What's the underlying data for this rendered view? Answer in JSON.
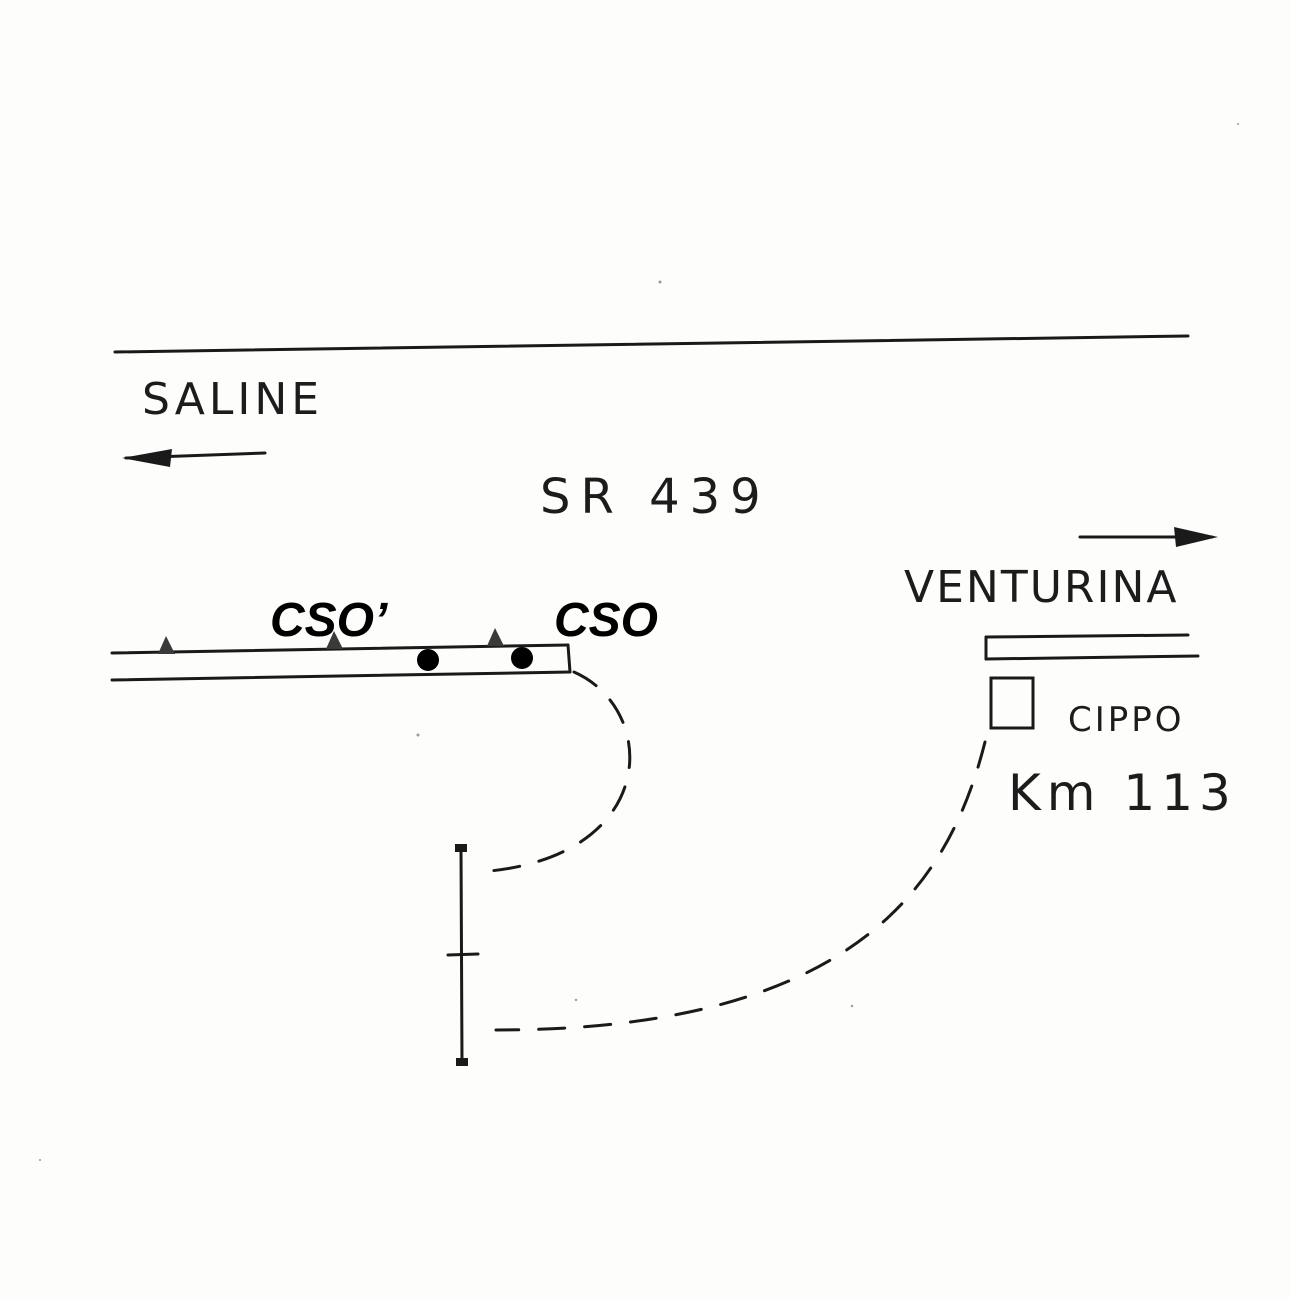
{
  "labels": {
    "saline": "SALINE",
    "road": "SR 439",
    "venturina": "VENTURINA",
    "cso_prime": "CSO’",
    "cso": "CSO",
    "cippo": "CIPPO",
    "km": "Km 113"
  }
}
